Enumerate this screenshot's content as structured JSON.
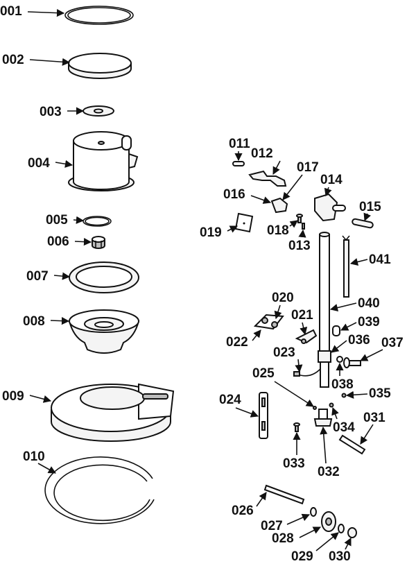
{
  "labels": {
    "p001": "001",
    "p002": "002",
    "p003": "003",
    "p004": "004",
    "p005": "005",
    "p006": "006",
    "p007": "007",
    "p008": "008",
    "p009": "009",
    "p010": "010",
    "p011": "011",
    "p012": "012",
    "p013": "013",
    "p014": "014",
    "p015": "015",
    "p016": "016",
    "p017": "017",
    "p018": "018",
    "p019": "019",
    "p020": "020",
    "p021": "021",
    "p022": "022",
    "p023": "023",
    "p024": "024",
    "p025": "025",
    "p026": "026",
    "p027": "027",
    "p028": "028",
    "p029": "029",
    "p030": "030",
    "p031": "031",
    "p032": "032",
    "p033": "033",
    "p034": "034",
    "p035": "035",
    "p036": "036",
    "p037": "037",
    "p038": "038",
    "p039": "039",
    "p040": "040",
    "p041": "041"
  },
  "colors": {
    "ink": "#111111",
    "background": "#ffffff"
  }
}
